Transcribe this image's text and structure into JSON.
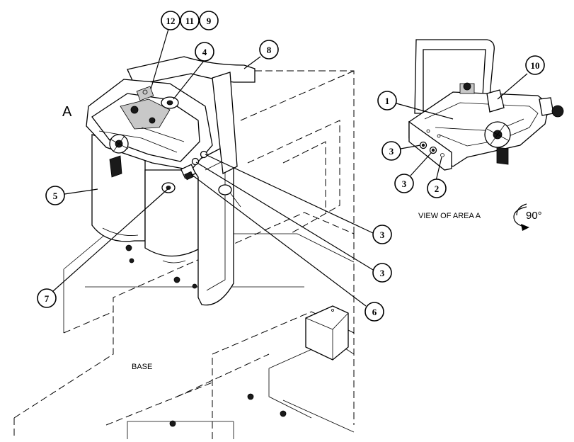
{
  "labels": {
    "view_letter": "A",
    "base": "BASE",
    "view_caption": "VIEW OF AREA  A",
    "rotation": "90°"
  },
  "callouts": {
    "c12": "12",
    "c11": "11",
    "c9": "9",
    "c4": "4",
    "c8": "8",
    "c5": "5",
    "c3a": "3",
    "c3b": "3",
    "c7": "7",
    "c6": "6",
    "c1": "1",
    "c10": "10",
    "c3c": "3",
    "c3d": "3",
    "c2": "2"
  }
}
